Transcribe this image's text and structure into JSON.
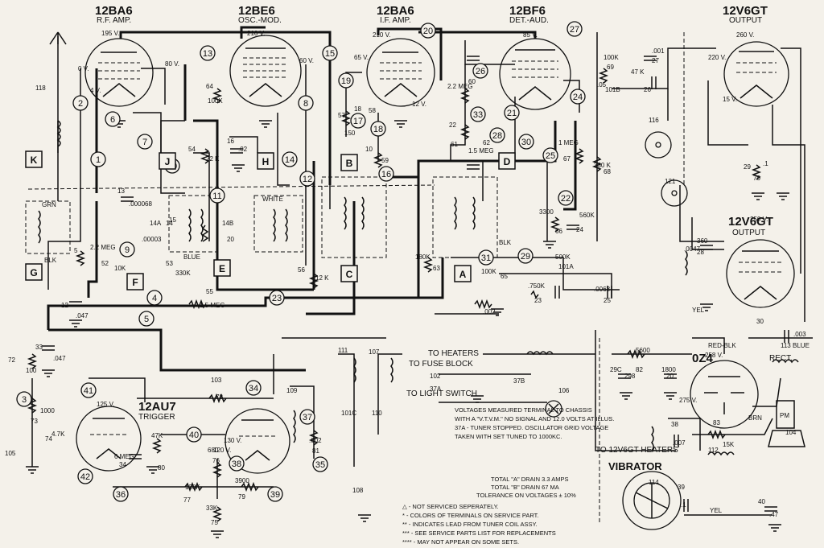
{
  "tubes": [
    {
      "type": "12BA6",
      "function": "R.F. AMP."
    },
    {
      "type": "12BE6",
      "function": "OSC.-MOD."
    },
    {
      "type": "12BA6",
      "function": "I.F. AMP."
    },
    {
      "type": "12BF6",
      "function": "DET.-AUD."
    },
    {
      "type": "12V6GT",
      "function": "OUTPUT"
    },
    {
      "type": "12V6GT",
      "function": "OUTPUT"
    },
    {
      "type": "0Z4",
      "function": "RECT."
    },
    {
      "type": "12AU7",
      "function": "TRIGGER"
    }
  ],
  "vibrator_label": "VIBRATOR",
  "voltages": [
    "195 V.",
    "210 V.",
    "210 V.",
    "85 V.",
    "260 V.",
    "220 V.",
    "80 V.",
    "60 V.",
    "65 V.",
    "0 V.",
    "4 V.",
    "12 V.",
    "15 V.",
    "250 V.",
    "258 V.",
    "275 V.",
    "125 V.",
    "130 V.",
    "120 V."
  ],
  "test_points": [
    "1",
    "2",
    "3",
    "4",
    "5",
    "6",
    "7",
    "8",
    "9",
    "10",
    "11",
    "12",
    "13",
    "14",
    "15",
    "16",
    "17",
    "18",
    "19",
    "20",
    "21",
    "22",
    "23",
    "24",
    "25",
    "26",
    "27",
    "28",
    "29",
    "30",
    "31",
    "33",
    "34",
    "35",
    "36",
    "37",
    "38",
    "39",
    "40",
    "41",
    "42"
  ],
  "letter_boxes": [
    "K",
    "G",
    "J",
    "F",
    "H",
    "E",
    "B",
    "C",
    "D",
    "A"
  ],
  "components": [
    "118",
    "72",
    "100",
    "73",
    "1000",
    "74",
    "4.7K",
    "105",
    "33",
    ".047",
    "12",
    ".047",
    "5",
    "2.2 MEG",
    "52",
    "10K",
    "55",
    "1.5 MEG",
    "53",
    "330K",
    "54",
    "22 K",
    "64",
    "100K",
    "16",
    ".02",
    "13",
    ".000068",
    "14A",
    "14",
    "15",
    ".00003",
    "14B",
    "20",
    "56",
    "12 K",
    "57",
    "150",
    "18",
    "58",
    "10",
    "59",
    "2.2 MEG",
    "60",
    "22",
    "1.5 MEG",
    "61",
    "62",
    "180K",
    "63",
    "100K",
    "65",
    "3300",
    "66",
    "1 MEG",
    "67",
    "330 K",
    "68",
    "100K",
    "69",
    "47 K",
    "26",
    ".05",
    "101B",
    "500K",
    "101A",
    ".750K",
    "23",
    ".0068",
    "25",
    ".002",
    "560K",
    "24",
    ".001",
    "27",
    ".1",
    "29",
    "70",
    "360",
    "28",
    ".0047",
    "113",
    "111",
    "107",
    "106",
    "102",
    "37A",
    "37B",
    "101C",
    "110",
    "108",
    "109",
    "103",
    "78",
    "680",
    "76",
    "120K",
    "77",
    "3900",
    "79",
    "33K",
    "75",
    "47K",
    "80",
    "6 MEG",
    "34",
    ".002",
    "81",
    "5600",
    "82",
    "1800",
    "29C",
    "298",
    "20",
    "38",
    ".007",
    "83",
    "15K",
    "112",
    "114",
    "39",
    ".1",
    "40",
    ".47",
    "104",
    "116",
    "121",
    "30",
    ".003"
  ],
  "labels": {
    "to_heaters": "TO HEATERS",
    "to_fuse_block": "TO FUSE BLOCK",
    "to_light_switch": "TO LIGHT SWITCH",
    "to_12v6gt_heaters": "TO 12V6GT HEATERS",
    "white": "WHITE",
    "blue": "BLUE",
    "grn": "GRN",
    "blk": "BLK",
    "yel": "YEL",
    "red": "RED",
    "red_blk": "RED-BLK",
    "brn": "BRN",
    "pm": "PM"
  },
  "notes": [
    "VOLTAGES MEASURED TERMINAL TO CHASSIS",
    "WITH A \"V.T.V.M.\" NO SIGNAL AND 12.0 VOLTS AT ILLUS.",
    "37A - TUNER STOPPED.  OSCILLATOR GRID VOLTAGE",
    "TAKEN WITH SET TUNED TO 1000KC.",
    "TOTAL \"A\" DRAIN  3.3 AMPS",
    "TOTAL \"B\" DRAIN  67 MA",
    "TOLERANCE ON VOLTAGES ± 10%"
  ],
  "legend": [
    "△ - NOT SERVICED SEPERATELY.",
    "* - COLORS OF TERMINALS ON SERVICE PART.",
    "** - INDICATES LEAD FROM TUNER COIL ASSY.",
    "*** - SEE SERVICE PARTS LIST FOR REPLACEMENTS",
    "**** - MAY NOT APPEAR ON SOME SETS."
  ]
}
